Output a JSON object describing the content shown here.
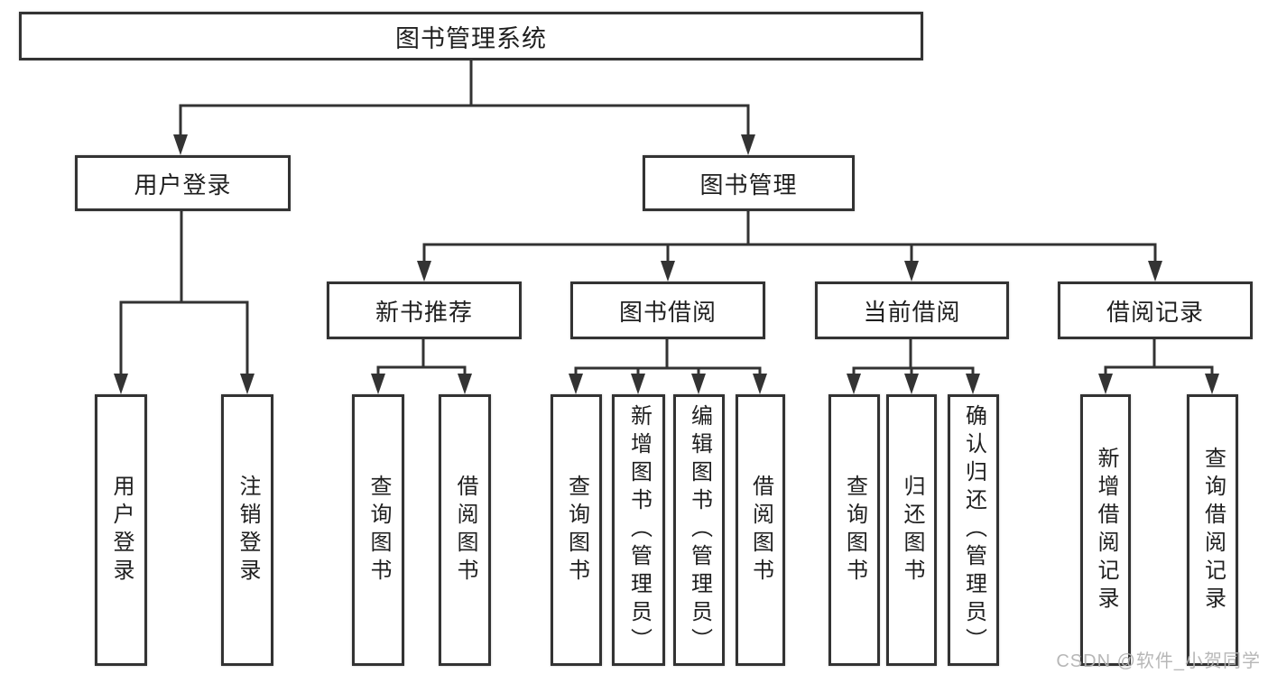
{
  "diagram": {
    "root": {
      "label": "图书管理系统"
    },
    "level1": [
      {
        "id": "user-login",
        "label": "用户登录",
        "parent": "图书管理系统"
      },
      {
        "id": "book-management",
        "label": "图书管理",
        "parent": "图书管理系统"
      }
    ],
    "level2": [
      {
        "id": "new-book-recommend",
        "label": "新书推荐",
        "parent": "图书管理"
      },
      {
        "id": "book-borrowing",
        "label": "图书借阅",
        "parent": "图书管理"
      },
      {
        "id": "current-borrowing",
        "label": "当前借阅",
        "parent": "图书管理"
      },
      {
        "id": "borrowing-records",
        "label": "借阅记录",
        "parent": "图书管理"
      }
    ],
    "leaves": [
      {
        "id": "leaf-user-login",
        "label": "用户登录",
        "parent": "用户登录"
      },
      {
        "id": "leaf-logout",
        "label": "注销登录",
        "parent": "用户登录"
      },
      {
        "id": "leaf-nbr-query-books",
        "label": "查询图书",
        "parent": "新书推荐"
      },
      {
        "id": "leaf-nbr-borrow-books",
        "label": "借阅图书",
        "parent": "新书推荐"
      },
      {
        "id": "leaf-bb-query-books",
        "label": "查询图书",
        "parent": "图书借阅"
      },
      {
        "id": "leaf-bb-add-books",
        "label": "新增图书（管理员）",
        "parent": "图书借阅"
      },
      {
        "id": "leaf-bb-edit-books",
        "label": "编辑图书（管理员）",
        "parent": "图书借阅"
      },
      {
        "id": "leaf-bb-borrow-books",
        "label": "借阅图书",
        "parent": "图书借阅"
      },
      {
        "id": "leaf-cb-query-books",
        "label": "查询图书",
        "parent": "当前借阅"
      },
      {
        "id": "leaf-cb-return-books",
        "label": "归还图书",
        "parent": "当前借阅"
      },
      {
        "id": "leaf-cb-confirm-return",
        "label": "确认归还（管理员）",
        "parent": "当前借阅"
      },
      {
        "id": "leaf-br-add-record",
        "label": "新增借阅记录",
        "parent": "借阅记录"
      },
      {
        "id": "leaf-br-query-record",
        "label": "查询借阅记录",
        "parent": "借阅记录"
      }
    ]
  },
  "colors": {
    "line": "#333333",
    "text": "#1f1f1f",
    "box_background": "#ffffff",
    "watermark": "#b4b4b4"
  },
  "watermark": {
    "text": "CSDN @软件_小贺同学"
  }
}
